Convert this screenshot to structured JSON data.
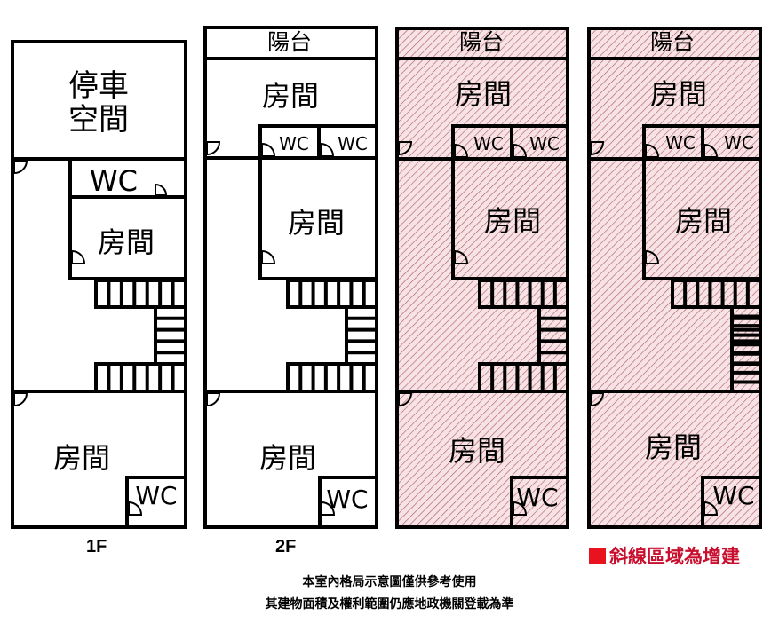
{
  "labels": {
    "balcony": "陽台",
    "room": "房間",
    "wc": "WC",
    "parking_line1": "停車",
    "parking_line2": "空間"
  },
  "floors": [
    "1F",
    "2F"
  ],
  "legend": "斜線區域為增建",
  "notes": [
    "本室內格局示意圖僅供參考使用",
    "其建物面積及權利範圍仍應地政機關登載為準"
  ],
  "colors": {
    "wall": "#000000",
    "hatch": "#b0626a",
    "hatch_bg": "#f7e3e5",
    "legend": "#c8102e"
  }
}
